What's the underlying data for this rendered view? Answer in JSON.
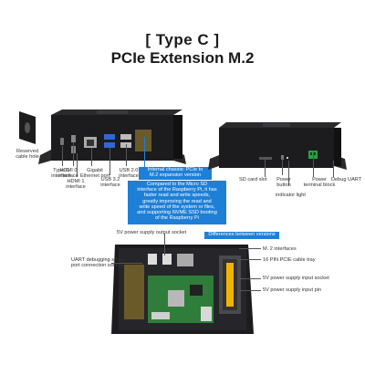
{
  "header": {
    "title_line1": "[ Type C ]",
    "title_line2": "PCIe Extension M.2"
  },
  "front_view": {
    "labels": {
      "reserved_cable_hole": "Reserved\ncable hole",
      "type_c": "Type C\ninterface",
      "hdmi0": "HDMI 0\ninterface",
      "hdmi1": "HDMI 1\ninterface",
      "gigabit": "Gigabit\nEthernet port",
      "usb32": "USB 3.2\ninterface",
      "usb20": "USB 2.0\ninterface"
    }
  },
  "back_view": {
    "labels": {
      "sd_card_slot": "SD card slot",
      "power_button": "Power\nbutton",
      "indicator_light": "indicator light",
      "power_terminal": "Power\nterminal block",
      "debug_uart": "Debug UART"
    }
  },
  "callouts": {
    "internal_chassis": "Internal chassis: PCIe to\nM.2 expansion version",
    "description": "Compared to the Micro SD\ninterface of the Raspberry Pi, it has\nfaster read and write speeds,\ngreatly improving the read and\nwrite speed of the system or files,\nand supporting NVME SSD booting\nof the Raspberry Pi",
    "differences": "Differences between versions"
  },
  "internal_view": {
    "labels": {
      "v5_output_socket": "5V power supply output socket",
      "uart_socket": "UART debugging serial\nport connection socket",
      "m2": "M. 2 interfaces",
      "pcie_tray": "16 PIN PCIE cable tray",
      "v5_input_socket": "5V power supply input socket",
      "v5_input_pin": "5V power supply input pin"
    }
  },
  "colors": {
    "accent_blue": "#1e7fd6",
    "chassis": "#1c1c1e",
    "pcb_green": "#2f7d3a"
  }
}
